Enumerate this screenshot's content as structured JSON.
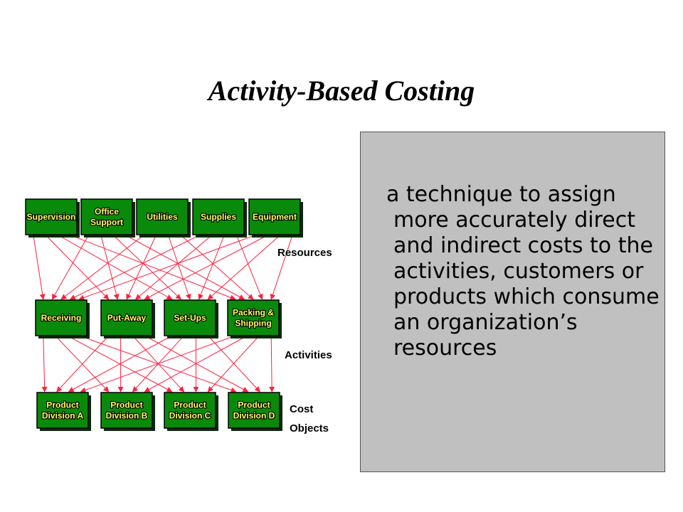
{
  "title": "Activity-Based Costing",
  "resources": [
    {
      "id": "supervision",
      "label": "Supervision"
    },
    {
      "id": "office-support",
      "label": "Office\nSupport"
    },
    {
      "id": "utilities",
      "label": "Utilities"
    },
    {
      "id": "supplies",
      "label": "Supplies"
    },
    {
      "id": "equipment",
      "label": "Equipment"
    }
  ],
  "activities": [
    {
      "id": "receiving",
      "label": "Receiving"
    },
    {
      "id": "put-away",
      "label": "Put-Away"
    },
    {
      "id": "set-ups",
      "label": "Set-Ups"
    },
    {
      "id": "packing-shipping",
      "label": "Packing &\nShipping"
    }
  ],
  "cost_objects": [
    {
      "id": "division-a",
      "label": "Product\nDivision A"
    },
    {
      "id": "division-b",
      "label": "Product\nDivision B"
    },
    {
      "id": "division-c",
      "label": "Product\nDivision C"
    },
    {
      "id": "division-d",
      "label": "Product\nDivision D"
    }
  ],
  "tier_labels": {
    "resources": "Resources",
    "activities": "Activities",
    "cost_objects": "Cost\nObjects"
  },
  "resource_to_activity_links": [
    [
      0,
      0
    ],
    [
      0,
      1
    ],
    [
      0,
      2
    ],
    [
      0,
      3
    ],
    [
      1,
      0
    ],
    [
      1,
      1
    ],
    [
      1,
      2
    ],
    [
      1,
      3
    ],
    [
      2,
      0
    ],
    [
      2,
      1
    ],
    [
      2,
      2
    ],
    [
      2,
      3
    ],
    [
      3,
      0
    ],
    [
      3,
      1
    ],
    [
      3,
      2
    ],
    [
      3,
      3
    ],
    [
      4,
      0
    ],
    [
      4,
      1
    ],
    [
      4,
      2
    ],
    [
      4,
      3
    ]
  ],
  "activity_to_cost_object_links": [
    [
      0,
      0
    ],
    [
      0,
      1
    ],
    [
      0,
      2
    ],
    [
      0,
      3
    ],
    [
      1,
      0
    ],
    [
      1,
      1
    ],
    [
      1,
      2
    ],
    [
      1,
      3
    ],
    [
      2,
      0
    ],
    [
      2,
      1
    ],
    [
      2,
      2
    ],
    [
      2,
      3
    ],
    [
      3,
      0
    ],
    [
      3,
      1
    ],
    [
      3,
      2
    ],
    [
      3,
      3
    ]
  ],
  "colors": {
    "box_fill": "#0a8a0a",
    "box_text": "#ffff66",
    "arrow": "#ff2040",
    "panel": "#c0c0c0"
  },
  "definition": "a technique to assign more accurately direct and indirect costs to the activities, customers or products which consume an organization’s resources"
}
